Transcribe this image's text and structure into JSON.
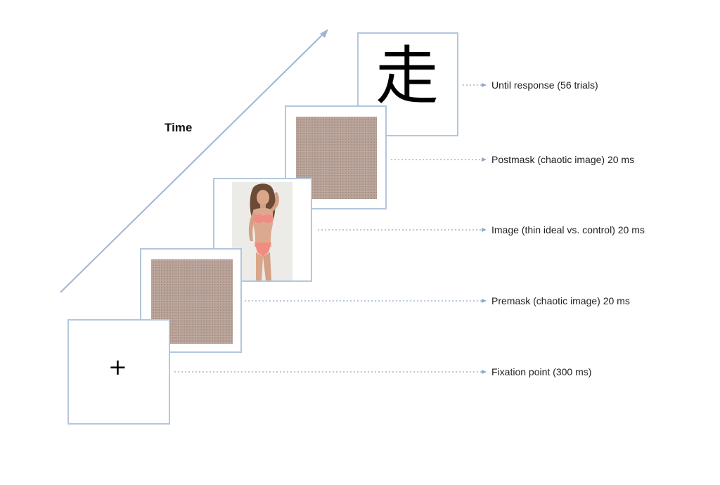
{
  "axis": {
    "time_label": "Time"
  },
  "stimuli": {
    "fixation_symbol": "+",
    "target_character": "走"
  },
  "steps": [
    {
      "label": "Fixation point (300 ms)"
    },
    {
      "label": "Premask (chaotic image) 20 ms"
    },
    {
      "label": "Image (thin ideal vs. control) 20 ms"
    },
    {
      "label": "Postmask (chaotic image) 20 ms"
    },
    {
      "label": "Until response (56 trials)"
    }
  ],
  "colors": {
    "frame_border": "#b3c6dc",
    "arrow": "#9fb6d2",
    "connector": "#8fa8c8",
    "mask": "#b59e93",
    "bikini": "#f08c82"
  }
}
